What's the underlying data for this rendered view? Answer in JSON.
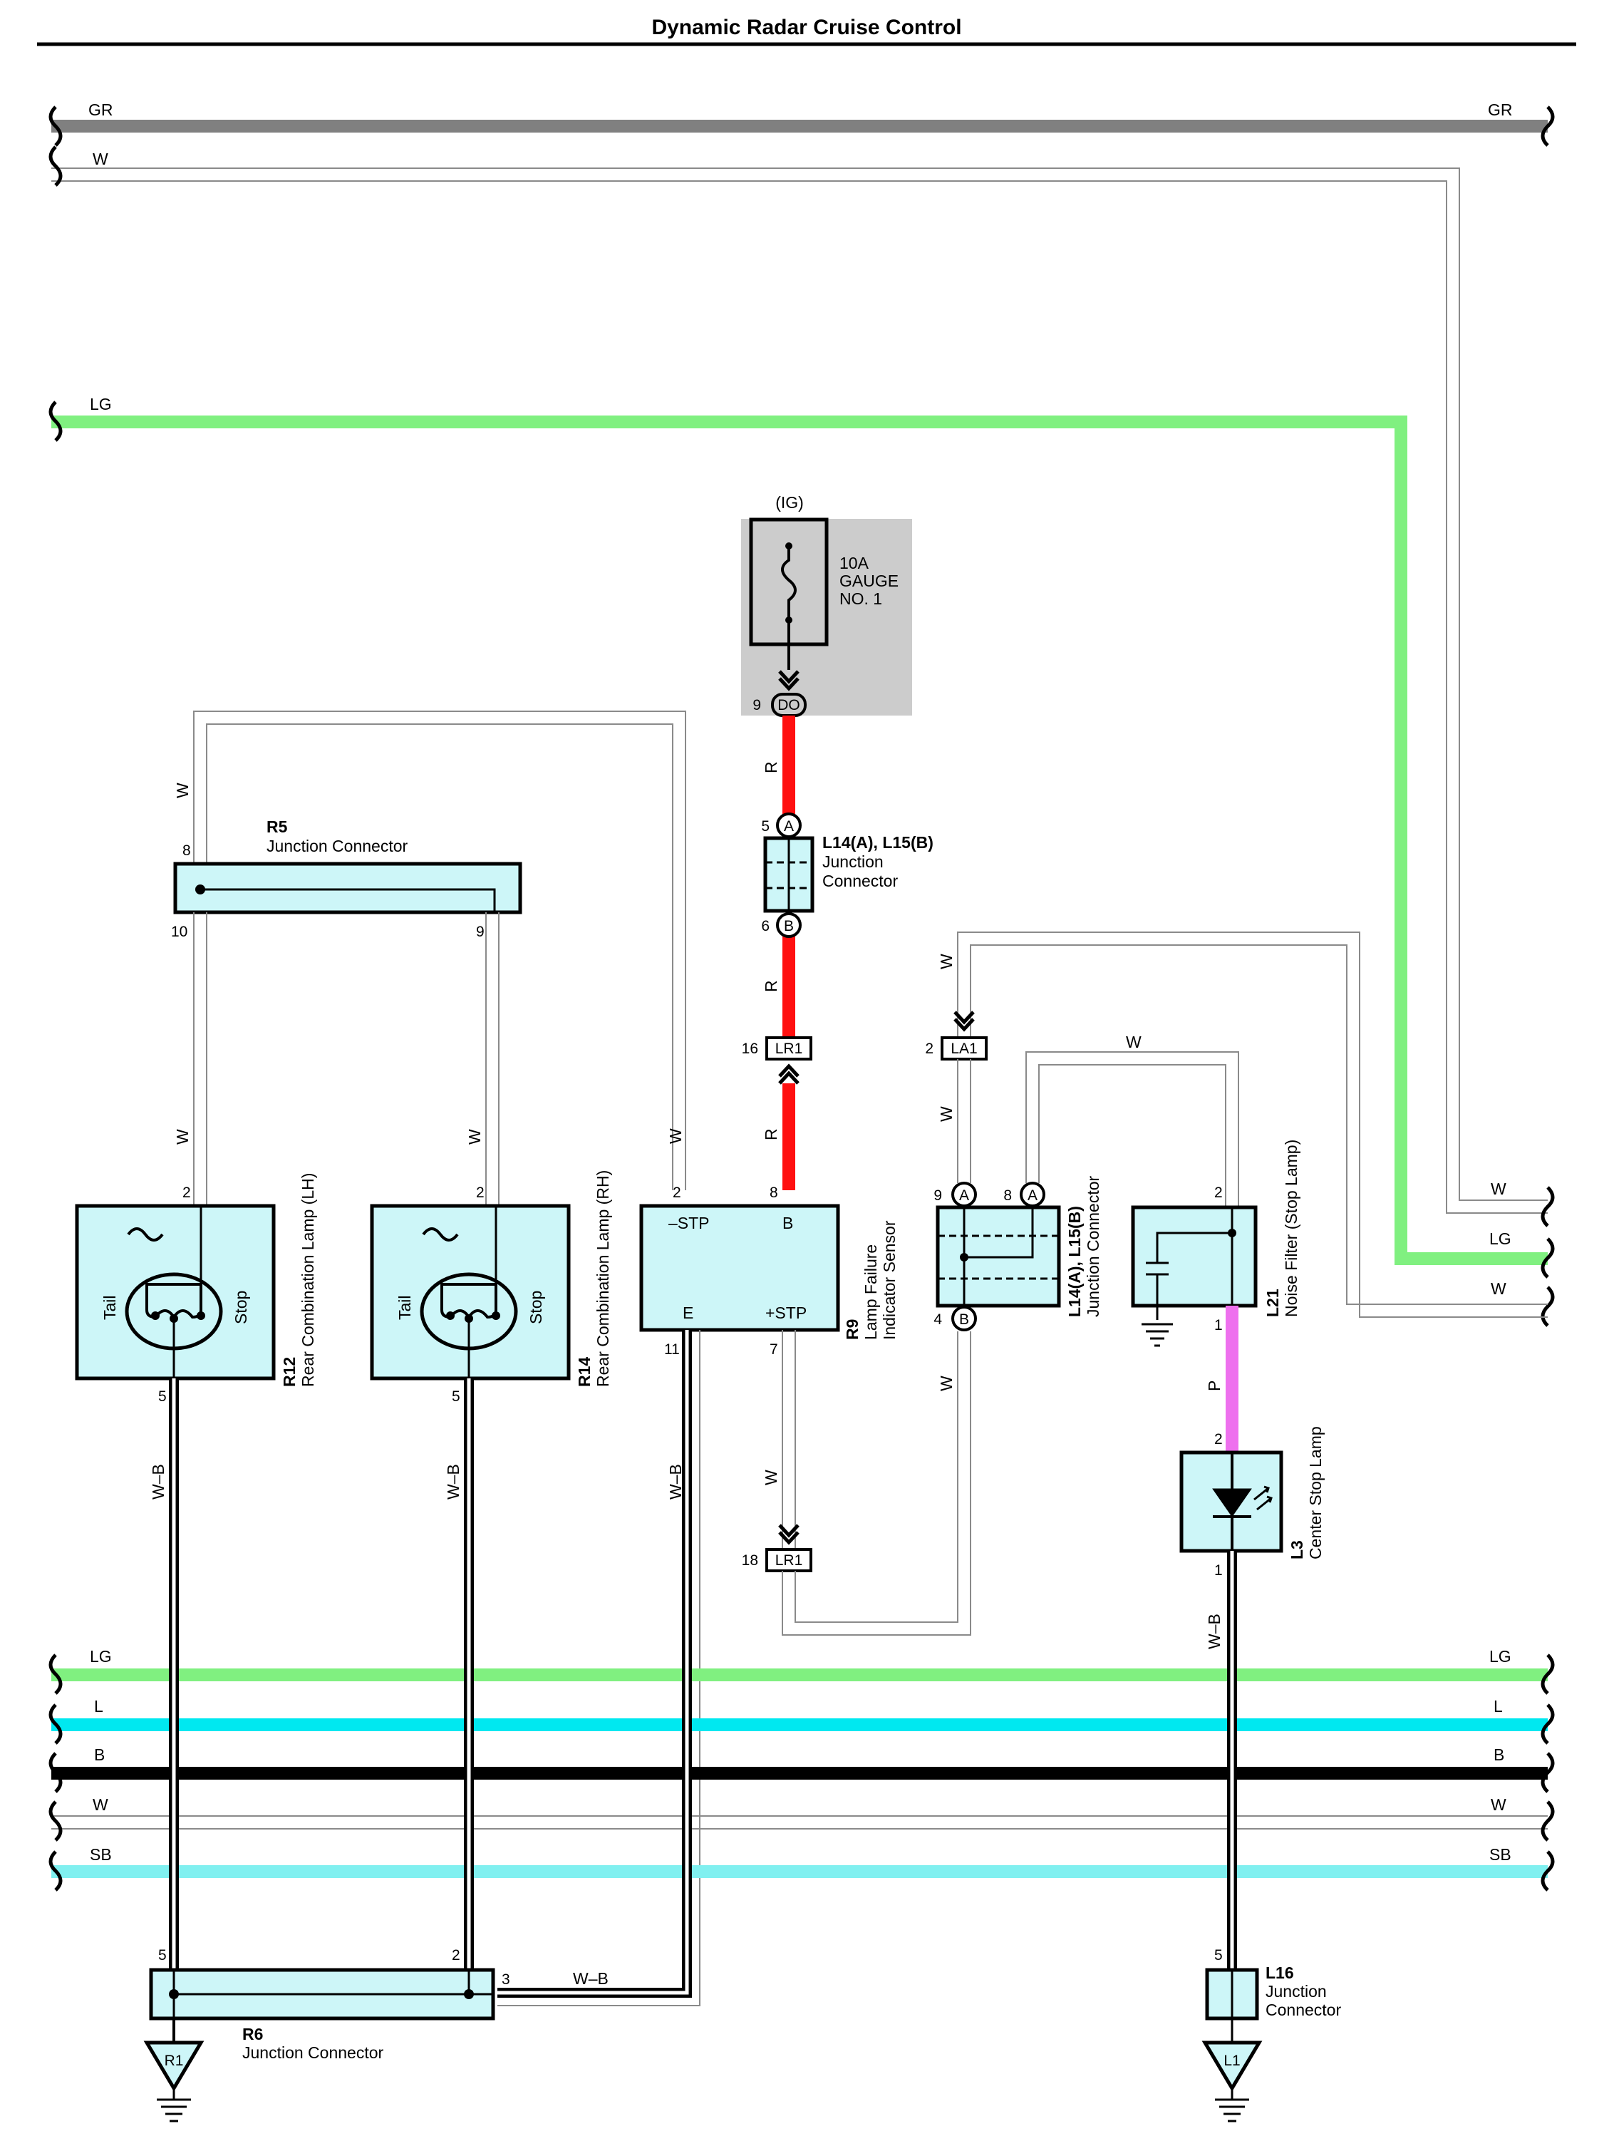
{
  "title": "Dynamic Radar Cruise Control",
  "colors": {
    "GR": "#808080",
    "LG": "#80f080",
    "L": "#00e8f0",
    "B": "#000000",
    "W": "#ffffff",
    "SB": "#80f0f0",
    "R": "#ff1010",
    "P": "#ee70ee",
    "component_fill": "#cdf6f8",
    "fuse_bg": "#cccccc"
  },
  "wire_labels": {
    "GR": "GR",
    "W": "W",
    "LG": "LG",
    "L": "L",
    "B": "B",
    "SB": "SB",
    "R": "R",
    "P": "P",
    "WB": "W–B"
  },
  "fuse": {
    "ig": "(IG)",
    "line1": "10A",
    "line2": "GAUGE",
    "line3": "NO. 1",
    "pin": "9",
    "connector": "DO"
  },
  "components": {
    "r5": {
      "id": "R5",
      "name": "Junction Connector",
      "pins": [
        "8",
        "10",
        "9"
      ]
    },
    "l14_top": {
      "id": "L14(A), L15(B)",
      "line1": "Junction",
      "line2": "Connector",
      "pins": [
        "5",
        "6"
      ],
      "a": "A",
      "b": "B"
    },
    "lr1_top": {
      "pin": "16",
      "name": "LR1"
    },
    "la1": {
      "pin": "2",
      "name": "LA1"
    },
    "r12": {
      "id": "R12",
      "name": "Rear Combination Lamp (LH)",
      "tail": "Tail",
      "stop": "Stop",
      "pin_top": "2",
      "pin_bottom": "5"
    },
    "r14": {
      "id": "R14",
      "name": "Rear Combination Lamp (RH)",
      "tail": "Tail",
      "stop": "Stop",
      "pin_top": "2",
      "pin_bottom": "5"
    },
    "r9": {
      "id": "R9",
      "line1": "Lamp Failure",
      "line2": "Indicator Sensor",
      "stp_minus": "–STP",
      "b": "B",
      "e": "E",
      "stp_plus": "+STP",
      "pins": [
        "2",
        "8",
        "11",
        "7"
      ]
    },
    "l14_mid": {
      "id": "L14(A), L15(B)",
      "name": "Junction Connector",
      "pins": [
        "9",
        "8",
        "4"
      ],
      "a": "A",
      "b": "B"
    },
    "l21": {
      "id": "L21",
      "name": "Noise Filter (Stop Lamp)",
      "pins": [
        "2",
        "1"
      ]
    },
    "l3": {
      "id": "L3",
      "name": "Center Stop Lamp",
      "pins": [
        "2",
        "1"
      ]
    },
    "lr1_bottom": {
      "pin": "18",
      "name": "LR1"
    },
    "r6": {
      "id": "R6",
      "name": "Junction Connector",
      "pins": [
        "5",
        "2",
        "3"
      ]
    },
    "l16": {
      "id": "L16",
      "line1": "Junction",
      "line2": "Connector",
      "pin": "5"
    },
    "ground_r1": "R1",
    "ground_l1": "L1"
  }
}
